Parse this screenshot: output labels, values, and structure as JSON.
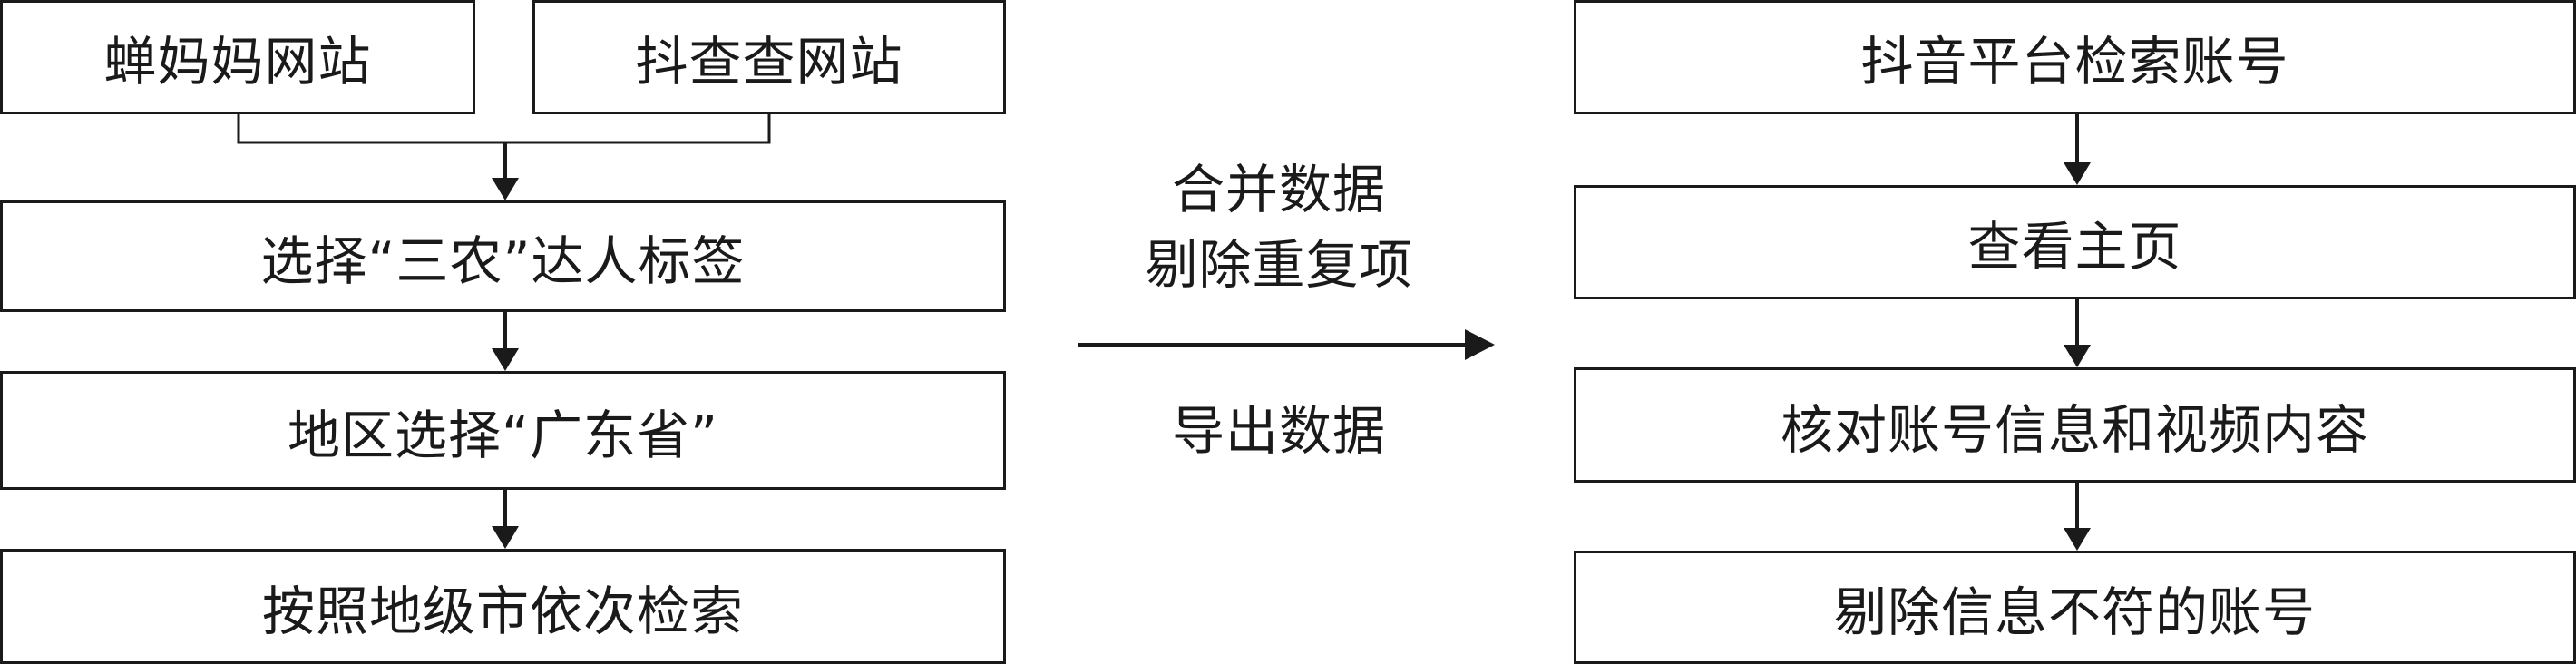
{
  "left_flow": {
    "source_1": "蝉妈妈网站",
    "source_2": "抖查查网站",
    "step_1": "选择“三农”达人标签",
    "step_2": "地区选择“广东省”",
    "step_3": "按照地级市依次检索"
  },
  "middle": {
    "line_1": "合并数据",
    "line_2": "剔除重复项",
    "line_3": "导出数据"
  },
  "right_flow": {
    "step_1": "抖音平台检索账号",
    "step_2": "查看主页",
    "step_3": "核对账号信息和视频内容",
    "step_4": "剔除信息不符的账号"
  }
}
